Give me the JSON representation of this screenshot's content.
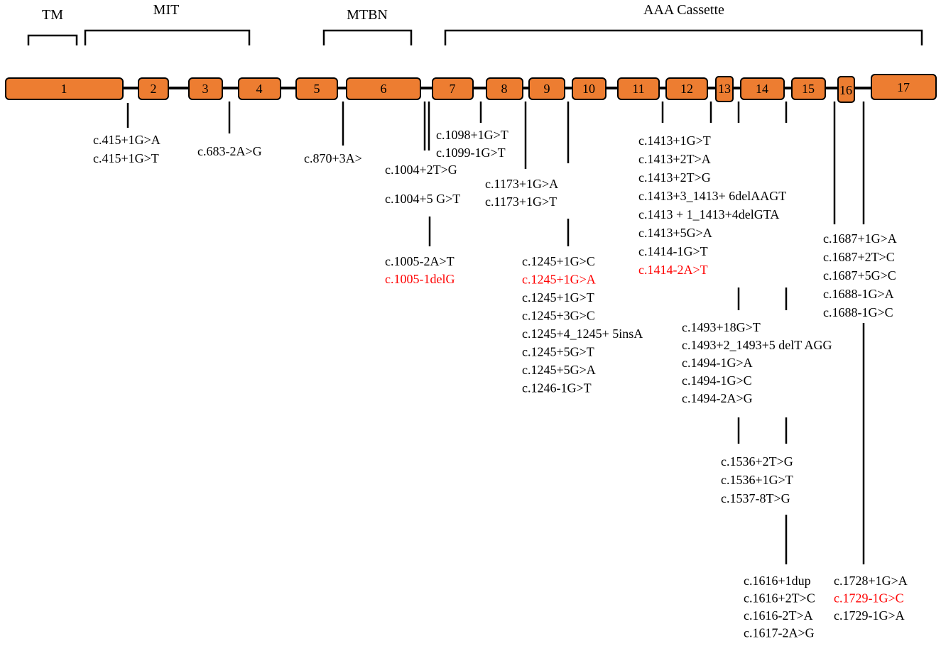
{
  "colors": {
    "exon_fill": "#ED7D31",
    "line": "#000000",
    "text": "#000000",
    "highlight": "#FF0000"
  },
  "domains": [
    {
      "label": "TM"
    },
    {
      "label": "MIT"
    },
    {
      "label": "MTBN"
    },
    {
      "label": "AAA Cassette"
    }
  ],
  "exons": [
    {
      "label": "1"
    },
    {
      "label": "2"
    },
    {
      "label": "3"
    },
    {
      "label": "4"
    },
    {
      "label": "5"
    },
    {
      "label": "6"
    },
    {
      "label": "7"
    },
    {
      "label": "8"
    },
    {
      "label": "9"
    },
    {
      "label": "10"
    },
    {
      "label": "11"
    },
    {
      "label": "12"
    },
    {
      "label": "13"
    },
    {
      "label": "14"
    },
    {
      "label": "15"
    },
    {
      "label": "16"
    },
    {
      "label": "17"
    }
  ],
  "variant_groups": [
    {
      "id": "g1",
      "variants": [
        {
          "text": "c.415+1G>A"
        },
        {
          "text": "c.415+1G>T"
        }
      ]
    },
    {
      "id": "g2",
      "variants": [
        {
          "text": "c.683-2A>G"
        }
      ]
    },
    {
      "id": "g3",
      "variants": [
        {
          "text": "c.870+3A>"
        }
      ]
    },
    {
      "id": "g4",
      "variants": [
        {
          "text": "c.1098+1G>T"
        },
        {
          "text": "c.1099-1G>T"
        }
      ]
    },
    {
      "id": "g5",
      "variants": [
        {
          "text": "c.1004+2T>G"
        },
        {
          "text": "c.1004+5 G>T"
        }
      ]
    },
    {
      "id": "g6",
      "variants": [
        {
          "text": "c.1005-2A>T"
        },
        {
          "text": "c.1005-1delG",
          "highlight": true
        }
      ]
    },
    {
      "id": "g7",
      "variants": [
        {
          "text": "c.1173+1G>A"
        },
        {
          "text": "c.1173+1G>T"
        }
      ]
    },
    {
      "id": "g8",
      "variants": [
        {
          "text": "c.1245+1G>C"
        },
        {
          "text": "c.1245+1G>A",
          "highlight": true
        },
        {
          "text": "c.1245+1G>T"
        },
        {
          "text": "c.1245+3G>C"
        },
        {
          "text": "c.1245+4_1245+ 5insA"
        },
        {
          "text": "c.1245+5G>T"
        },
        {
          "text": "c.1245+5G>A"
        },
        {
          "text": "c.1246-1G>T"
        }
      ]
    },
    {
      "id": "g9",
      "variants": [
        {
          "text": "c.1413+1G>T"
        },
        {
          "text": "c.1413+2T>A"
        },
        {
          "text": "c.1413+2T>G"
        },
        {
          "text": "c.1413+3_1413+ 6delAAGT"
        },
        {
          "text": "c.1413 + 1_1413+4delGTA"
        },
        {
          "text": "c.1413+5G>A"
        },
        {
          "text": "c.1414-1G>T"
        },
        {
          "text": "c.1414-2A>T",
          "highlight": true
        }
      ]
    },
    {
      "id": "g10",
      "variants": [
        {
          "text": "c.1493+18G>T"
        },
        {
          "text": "c.1493+2_1493+5 delT AGG"
        },
        {
          "text": "c.1494-1G>A"
        },
        {
          "text": "c.1494-1G>C"
        },
        {
          "text": "c.1494-2A>G"
        }
      ]
    },
    {
      "id": "g11",
      "variants": [
        {
          "text": "c.1536+2T>G"
        },
        {
          "text": "c.1536+1G>T"
        },
        {
          "text": "c.1537-8T>G"
        }
      ]
    },
    {
      "id": "g12",
      "variants": [
        {
          "text": "c.1616+1dup"
        },
        {
          "text": "c.1616+2T>C"
        },
        {
          "text": "c.1616-2T>A"
        },
        {
          "text": "c.1617-2A>G"
        }
      ]
    },
    {
      "id": "g13",
      "variants": [
        {
          "text": "c.1687+1G>A"
        },
        {
          "text": "c.1687+2T>C"
        },
        {
          "text": "c.1687+5G>C"
        },
        {
          "text": "c.1688-1G>A"
        },
        {
          "text": "c.1688-1G>C"
        }
      ]
    },
    {
      "id": "g14",
      "variants": [
        {
          "text": "c.1728+1G>A"
        },
        {
          "text": "c.1729-1G>C",
          "highlight": true
        },
        {
          "text": "c.1729-1G>A"
        }
      ]
    }
  ]
}
